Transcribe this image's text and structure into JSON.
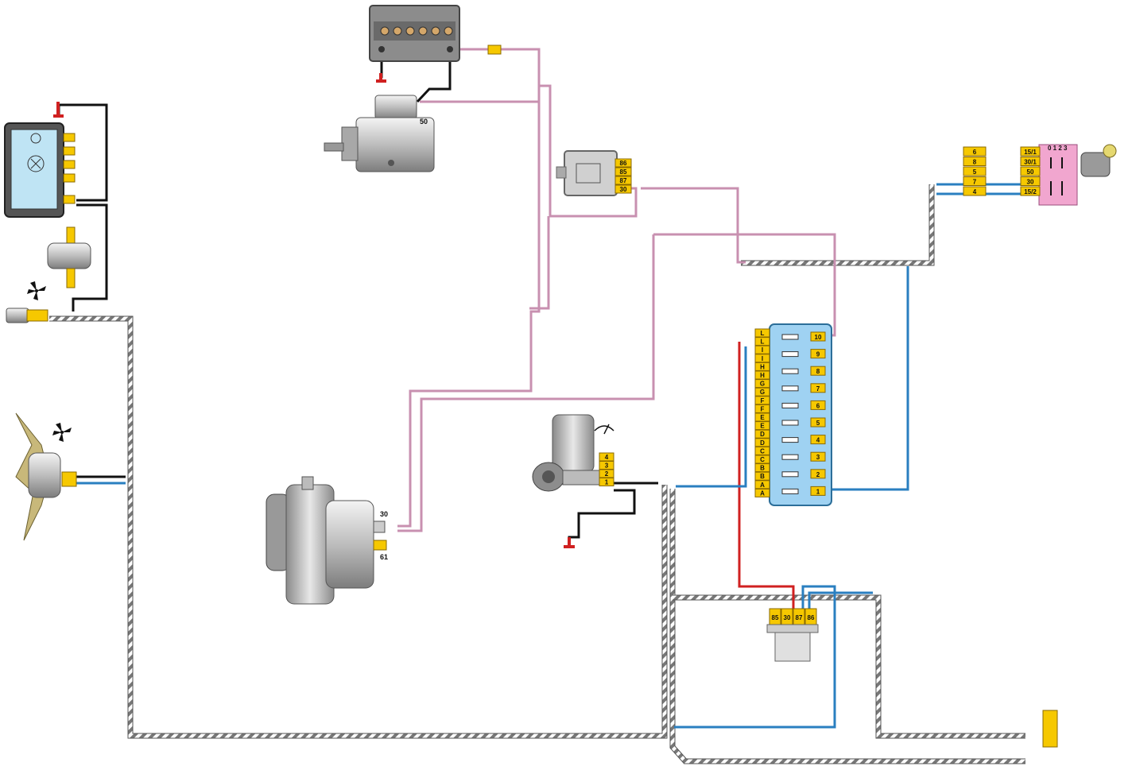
{
  "starter": {
    "terminal_label": "50"
  },
  "relay_upper": {
    "pins": [
      "86",
      "85",
      "87",
      "30"
    ]
  },
  "ignition": {
    "connector_pins": [
      "6",
      "8",
      "5",
      "7",
      "4"
    ],
    "switch_pins": [
      "15/1",
      "30/1",
      "50",
      "30",
      "15/2"
    ],
    "positions": "0 1 2 3"
  },
  "fuse_box": {
    "left_pins": [
      "L",
      "L",
      "I",
      "I",
      "H",
      "H",
      "G",
      "G",
      "F",
      "F",
      "E",
      "E",
      "D",
      "D",
      "C",
      "C",
      "B",
      "B",
      "A",
      "A"
    ],
    "right_pins": [
      "10",
      "9",
      "8",
      "7",
      "6",
      "5",
      "4",
      "3",
      "2",
      "1"
    ]
  },
  "wiper_motor": {
    "pins": [
      "4",
      "3",
      "2",
      "1"
    ]
  },
  "alternator": {
    "terminal_30": "30",
    "terminal_61": "61"
  },
  "relay_lower": {
    "pins": [
      "85",
      "30",
      "87",
      "86"
    ]
  },
  "colors": {
    "wire_pink": "#c890b0",
    "wire_blue": "#2a7fc0",
    "wire_red": "#d02020",
    "wire_black": "#111111",
    "harness": "#666666",
    "connector": "#f6c800",
    "fusebox": "#9fd2f2",
    "ignition_body": "#f1a6cf",
    "component_gray": "#c8c8c8"
  },
  "icons": [
    "ground-icon",
    "fan-icon",
    "wiper-icon",
    "key-icon",
    "lamp-icon"
  ]
}
